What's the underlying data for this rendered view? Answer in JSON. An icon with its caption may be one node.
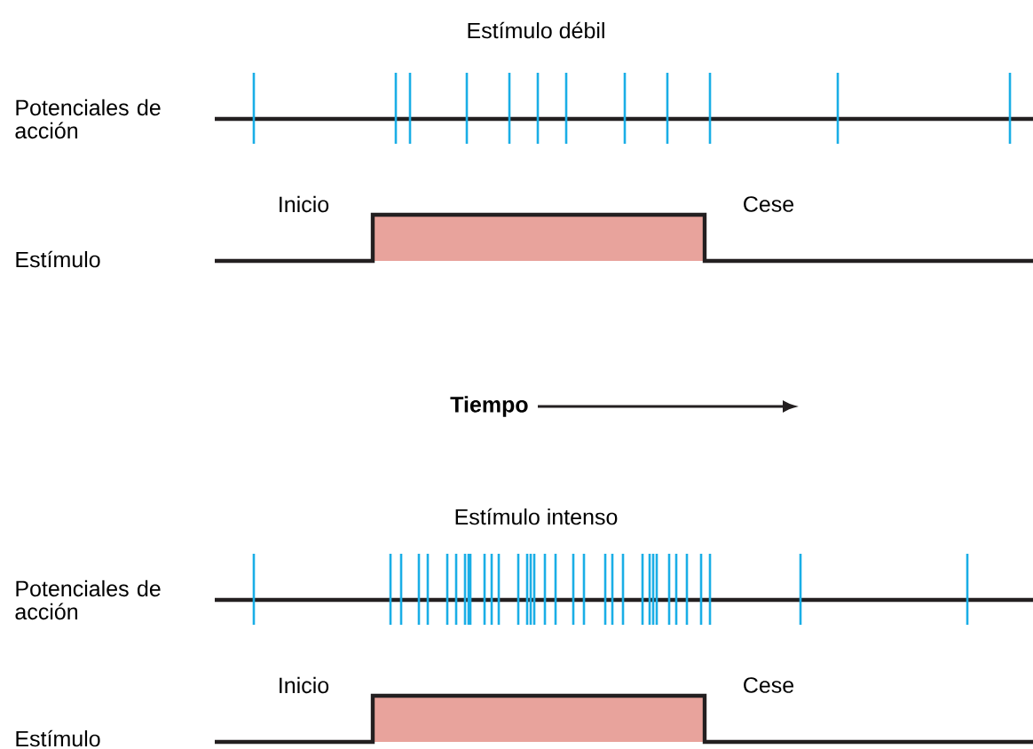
{
  "diagram": {
    "labels": [
      "Estímulo débil",
      "Potenciales de acción",
      "Inicio",
      "Cese",
      "Estímulo",
      "Tiempo",
      "Estímulo intenso",
      "Potenciales de acción",
      "Inicio",
      "Cese",
      "Estímulo"
    ]
  }
}
